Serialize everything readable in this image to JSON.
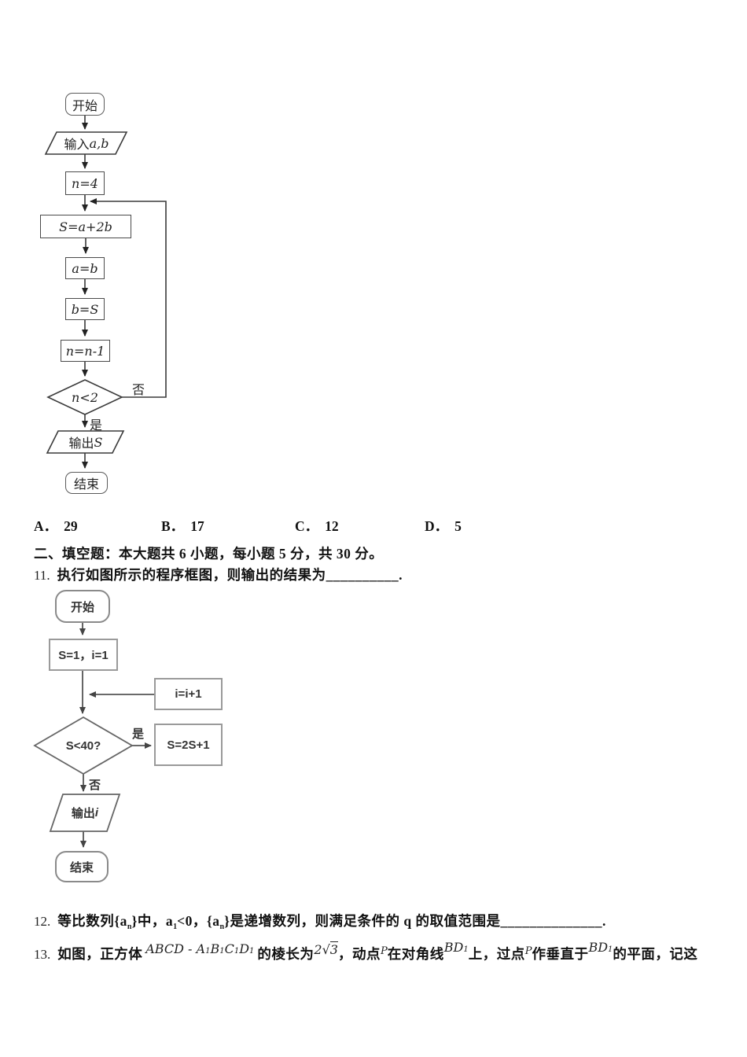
{
  "colors": {
    "ink": "#1a1a1a",
    "fc1_border": "#4a4a4a",
    "fc1_line": "#333333",
    "fc2_border": "#9a9a9a",
    "fc2_line": "#555555"
  },
  "fc1": {
    "start": "开始",
    "input_cn": "输入",
    "input_var": "a,b",
    "n4": "n=4",
    "s_expr": "S=a+2b",
    "ab": "a=b",
    "bs": "b=S",
    "ndec": "n=n-1",
    "cond": "n<2",
    "no": "否",
    "yes": "是",
    "output_cn": "输出",
    "output_var": "S",
    "end": "结束"
  },
  "options": [
    {
      "label": "A．",
      "value": "29"
    },
    {
      "label": "B．",
      "value": "17"
    },
    {
      "label": "C．",
      "value": "12"
    },
    {
      "label": "D．",
      "value": "5"
    }
  ],
  "section_header": "二、填空题：本大题共 6 小题，每小题 5 分，共 30 分。",
  "q11": {
    "num": "11.",
    "text": "执行如图所示的程序框图，则输出的结果为__________."
  },
  "fc2": {
    "start": "开始",
    "init": "S=1，i=1",
    "inc": "i=i+1",
    "cond": "S<40?",
    "yes": "是",
    "no": "否",
    "loop": "S=2S+1",
    "output_cn": "输出",
    "output_var": "i",
    "end": "结束"
  },
  "q12": {
    "num": "12.",
    "t1": "等比数列{a",
    "sub1": "n",
    "t2": "}中，a",
    "sub2": "1",
    "t3": "<0，{a",
    "sub3": "n",
    "t4": "}是递增数列，则满足条件的 q 的取值范围是______________."
  },
  "q13": {
    "num": "13.",
    "t1": "如图，正方体",
    "m1a": "ABCD - A",
    "m1s1": "1",
    "m1b": "B",
    "m1s2": "1",
    "m1c": "C",
    "m1s3": "1",
    "m1d": "D",
    "m1s4": "1",
    "t2": "的棱长为",
    "m2a": "2",
    "m2sqrt": "√",
    "m2b": "3",
    "t3": "，动点",
    "m3": "P",
    "t4": "在对角线",
    "m4a": "BD",
    "m4s": "1",
    "t5": "上，过点",
    "m5": "P",
    "t6": "作垂直于",
    "m6a": "BD",
    "m6s": "1",
    "t7": "的平面，记这"
  }
}
